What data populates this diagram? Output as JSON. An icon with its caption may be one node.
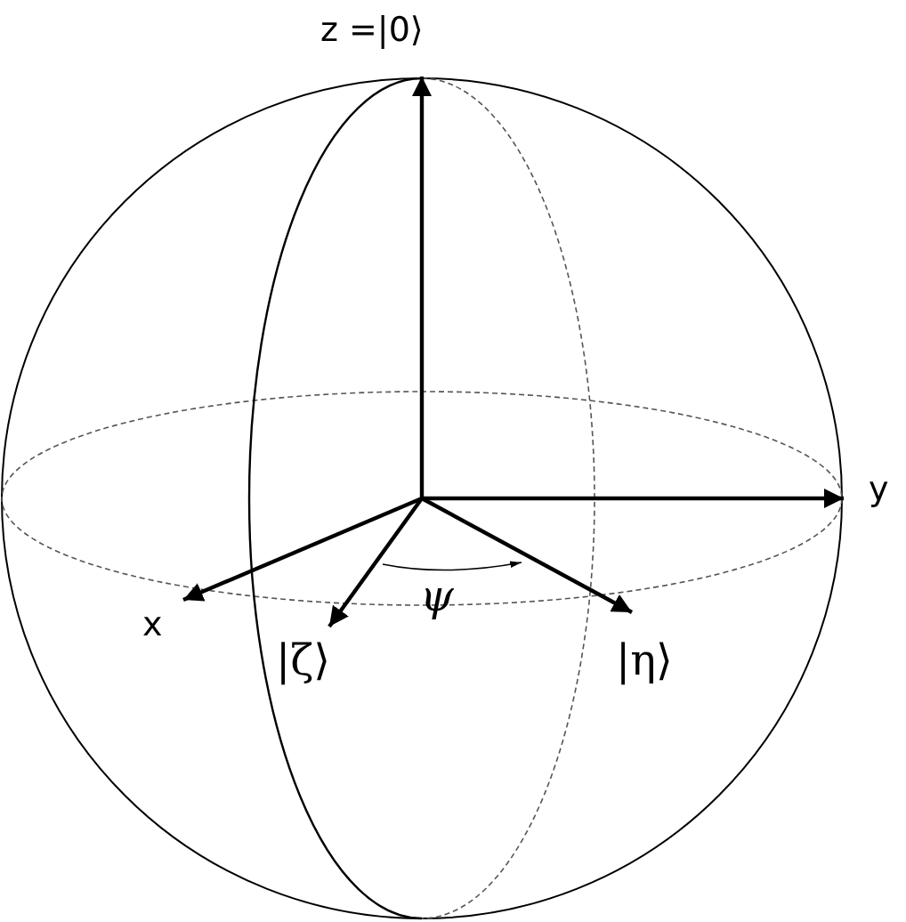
{
  "diagram": {
    "nodes": [
      {
        "text": [
          "z =|0⟩"
        ]
      },
      {
        "text": [
          "y"
        ]
      },
      {
        "text": [
          "x"
        ]
      },
      {
        "text": [
          "|ζ⟩"
        ]
      },
      {
        "text": [
          "|η⟩"
        ]
      }
    ],
    "edges": [
      {
        "from": null,
        "to": 0,
        "arrow": "to"
      },
      {
        "from": null,
        "to": 1,
        "arrow": "to"
      },
      {
        "from": null,
        "to": 2,
        "arrow": "to"
      },
      {
        "from": null,
        "to": 3,
        "arrow": "to"
      },
      {
        "from": null,
        "to": 4,
        "arrow": "to"
      }
    ],
    "labels": [
      "ψ"
    ]
  }
}
